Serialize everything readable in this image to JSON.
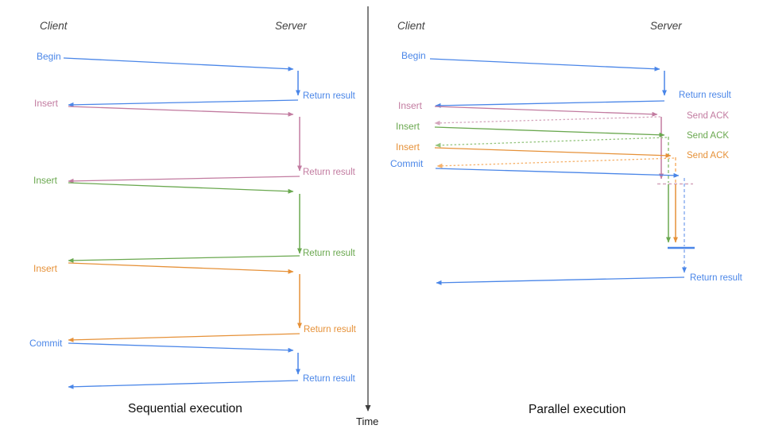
{
  "palette": {
    "blue": "#4a86e8",
    "pink": "#c27ba0",
    "green": "#6aa84f",
    "orange": "#e69138",
    "blue_light": "#8db0f0",
    "pink_light": "#d5a6bd",
    "green_light": "#93c47d",
    "orange_light": "#f6b26c",
    "axis": "#3d3d3d"
  },
  "time_axis_label": "Time",
  "sequential": {
    "title": "Sequential execution",
    "client_label": "Client",
    "server_label": "Server",
    "operations": [
      {
        "name": "Begin",
        "response": "Return result"
      },
      {
        "name": "Insert",
        "response": "Return result"
      },
      {
        "name": "Insert",
        "response": "Return result"
      },
      {
        "name": "Insert",
        "response": "Return result"
      },
      {
        "name": "Commit",
        "response": "Return result"
      }
    ]
  },
  "parallel": {
    "title": "Parallel execution",
    "client_label": "Client",
    "server_label": "Server",
    "operations": [
      {
        "name": "Begin",
        "response": "Return result"
      },
      {
        "name": "Insert",
        "response": "Send ACK"
      },
      {
        "name": "Insert",
        "response": "Send ACK"
      },
      {
        "name": "Insert",
        "response": "Send ACK"
      },
      {
        "name": "Commit"
      }
    ],
    "final_response": "Return result"
  }
}
